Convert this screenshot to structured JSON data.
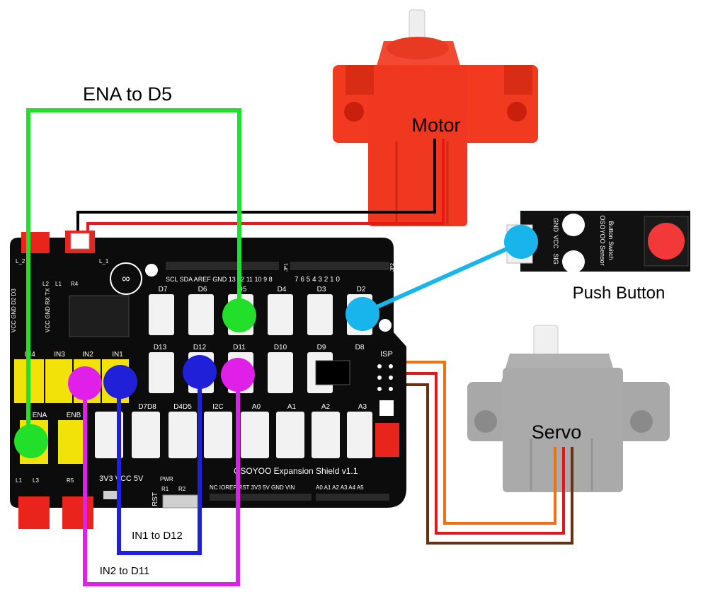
{
  "labels": {
    "ena_to_d5": "ENA to D5",
    "in1_to_d12": "IN1 to D12",
    "in2_to_d11": "IN2 to D11",
    "motor": "Motor",
    "servo": "Servo",
    "push_button": "Push Button"
  },
  "shield": {
    "name": "OSOYOO Expansion Shield v1.1",
    "top_ports": [
      "D7",
      "D6",
      "D5",
      "D4",
      "D3",
      "D2"
    ],
    "mid_ports": [
      "D13",
      "D12",
      "D11",
      "D10",
      "D9",
      "D8"
    ],
    "bottom_ports": [
      "D7D8",
      "D4D5",
      "I2C",
      "A0",
      "A1",
      "A2",
      "A3"
    ],
    "in_labels": [
      "IN4",
      "IN3",
      "IN2",
      "IN1"
    ],
    "en_labels": [
      "ENA",
      "ENB"
    ],
    "isp": "ISP",
    "rst": "RST",
    "pwr": "PWR",
    "power_row": "NC  IOREF RST 3V3  5V  GND  VIN",
    "analog_row": "A0  A1  A2  A3  A4  A5",
    "digital_hi": "SCL SDA AREF GND 13 12 11 10 9  8",
    "digital_lo": "7  6  5  4  3  2  1  0",
    "voltage": "3V3  VCC  5V",
    "side_labels": "VCC GND D2 D3",
    "side_labels2": "VCC GND RX TX",
    "led_labels": [
      "L2",
      "L1",
      "R4"
    ],
    "led_labels_bottom": [
      "L1",
      "L3",
      "R5"
    ],
    "jp1": "JP1",
    "jp2": "JP2",
    "r1": "R1",
    "r2": "R2",
    "l1": "L_1",
    "l2": "L_2"
  },
  "button_module": {
    "pins": [
      "GND",
      "VCC",
      "SIG"
    ],
    "title": "OSOYOO Sensor",
    "subtitle": "Button Switch"
  },
  "colors": {
    "ena_wire": "#22e02a",
    "in1_wire": "#2020d8",
    "in2_wire": "#e020e8",
    "d2_wire": "#18b4ec",
    "motor": "#f23a20",
    "servo": "#a8a8a8",
    "board": "#0c0c0c",
    "connector_red": "#e8241c",
    "connector_yellow": "#f2e20a",
    "servo_orange": "#f27010",
    "servo_red": "#e01818",
    "servo_brown": "#6a3010"
  }
}
